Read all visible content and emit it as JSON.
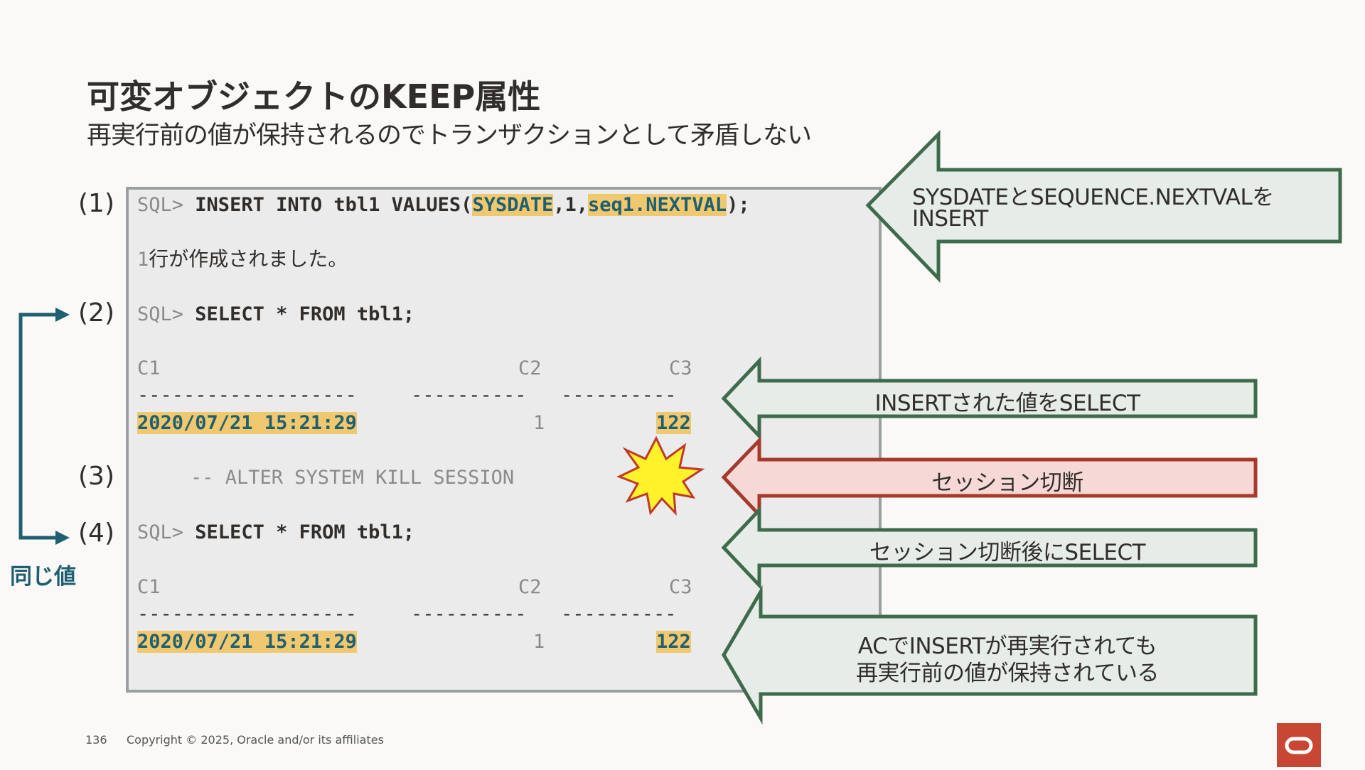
{
  "slide": {
    "title": "可変オブジェクトのKEEP属性",
    "subtitle": "再実行前の値が保持されるのでトランザクションとして矛盾しない"
  },
  "steps": [
    "(1)",
    "(2)",
    "(3)",
    "(4)"
  ],
  "same_value_label": "同じ値",
  "code": {
    "prompt": "SQL>",
    "line1_a": "INSERT INTO tbl1 VALUES(",
    "line1_sysdate": "SYSDATE",
    "line1_sep": ",1,",
    "line1_seq": "seq1.NEXTVAL",
    "line1_end": ");",
    "line1_result_num": "1",
    "line1_result_text": "行が作成されました。",
    "select_stmt": "SELECT * FROM tbl1;",
    "col_c1": "C1",
    "col_c2": "C2",
    "col_c3": "C3",
    "dash_c1": "-------------------",
    "dash_c2": "----------",
    "dash_c3": "----------",
    "row_c1": "2020/07/21 15:21:29",
    "row_c2": "1",
    "row_c3": "122",
    "kill_comment": "-- ALTER SYSTEM KILL SESSION"
  },
  "callouts": {
    "c1_line1": "SYSDATEとSEQUENCE.NEXTVALを",
    "c1_line2": "INSERT",
    "c2": "INSERTされた値をSELECT",
    "c3": "セッション切断",
    "c4": "セッション切断後にSELECT",
    "c5_line1": "ACでINSERTが再実行されても",
    "c5_line2": "再実行前の値が保持されている"
  },
  "colors": {
    "callout_green_fill": "#e6ede8",
    "callout_green_stroke": "#3f6b4c",
    "callout_red_fill": "#f6d9d6",
    "callout_red_stroke": "#a5392c",
    "highlight": "#f0c870",
    "accent_teal": "#1f5f70",
    "logo_red": "#c74634"
  },
  "footer": {
    "page_number": "136",
    "copyright": "Copyright © 2025, Oracle and/or its affiliates"
  }
}
